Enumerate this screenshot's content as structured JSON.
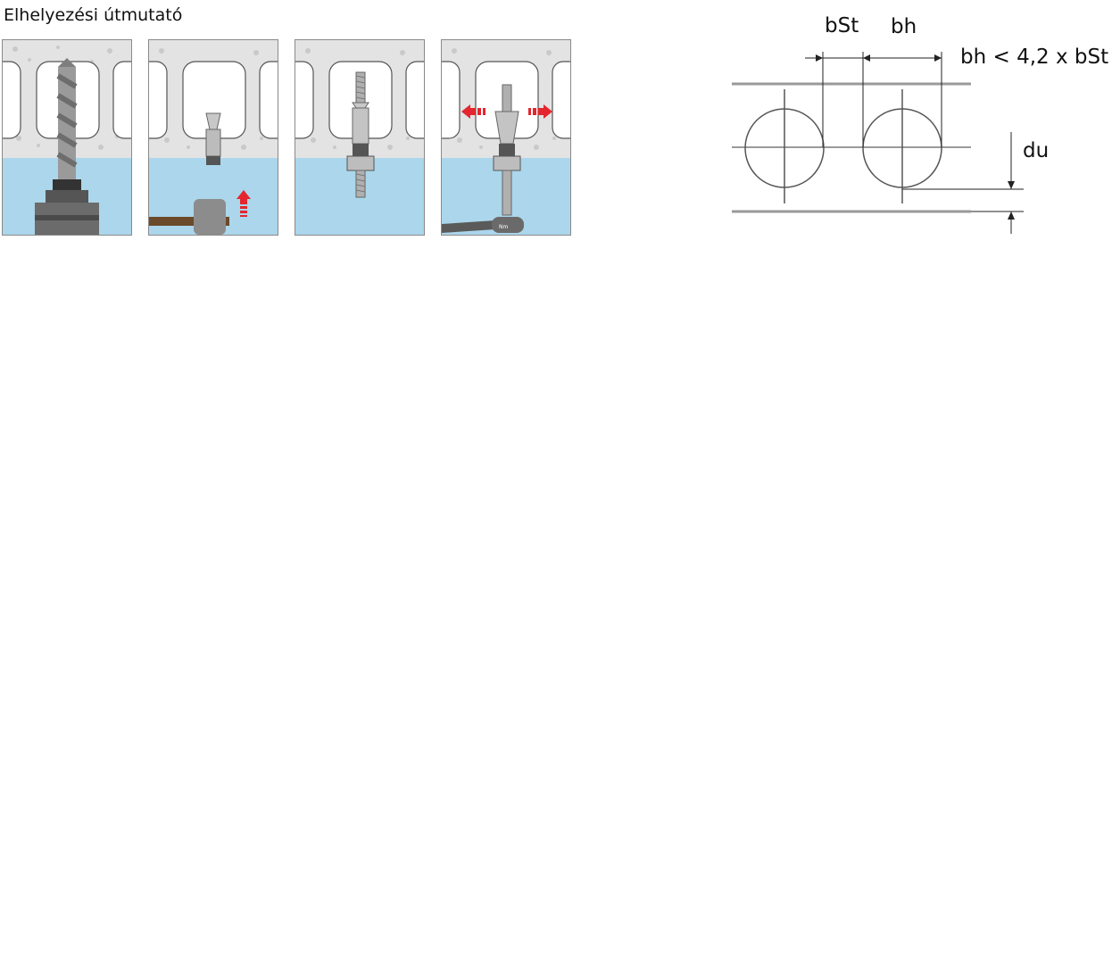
{
  "title": "Elhelyezési útmutató",
  "steps": [
    {
      "name": "drill",
      "icon": "drill-icon"
    },
    {
      "name": "hammer-insert",
      "icon": "hammer-icon",
      "indicator": "up-arrow"
    },
    {
      "name": "anchor-placed",
      "icon": "anchor-icon"
    },
    {
      "name": "torque-expand",
      "icon": "torque-wrench-icon",
      "wrench_label": "Nm",
      "indicator": "expansion-arrows"
    }
  ],
  "diagram": {
    "label_bst": "bSt",
    "label_bh": "bh",
    "formula": "bh < 4,2 x bSt",
    "label_du": "du"
  },
  "colors": {
    "concrete": "#e6e6e6",
    "water": "#abd6eb",
    "accent_red": "#e4262e",
    "tool_dark": "#5a5a5a"
  }
}
